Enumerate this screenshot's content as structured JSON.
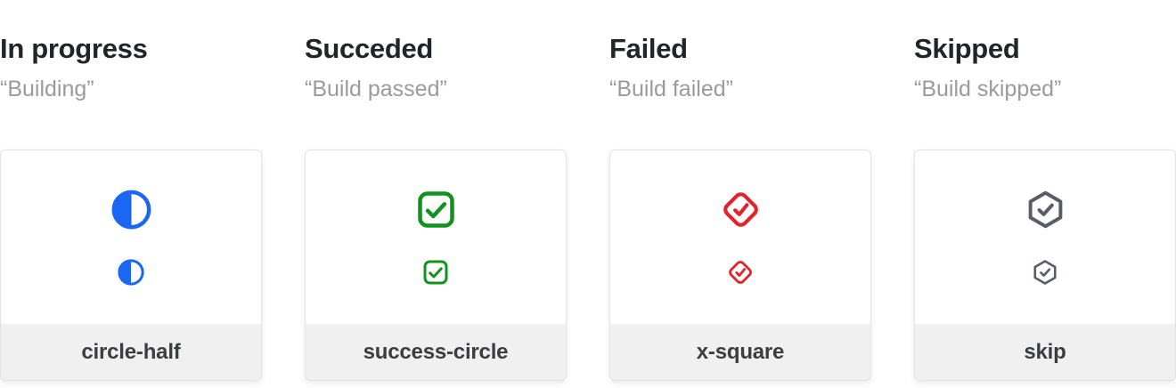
{
  "colors": {
    "title_text": "#212429",
    "subtitle_text": "#9b9b9b",
    "label_text": "#3a3d41",
    "card_border": "#e2e2e2",
    "card_footer_bg": "#f0f0f0",
    "in_progress_blue": "#1b66f2",
    "succeeded_green": "#0f931d",
    "failed_red": "#e2232a",
    "skipped_slate": "#575e6a"
  },
  "columns": [
    {
      "title": "In progress",
      "subtitle": "“Building”",
      "icon": "circle-half-icon",
      "icon_color": "#1b66f2",
      "label": "circle-half"
    },
    {
      "title": "Succeded",
      "subtitle": "“Build passed”",
      "icon": "check-square-icon",
      "icon_color": "#0f931d",
      "label": "success-circle"
    },
    {
      "title": "Failed",
      "subtitle": "“Build failed”",
      "icon": "diamond-check-icon",
      "icon_color": "#e2232a",
      "label": "x-square"
    },
    {
      "title": "Skipped",
      "subtitle": "“Build skipped”",
      "icon": "hexagon-check-icon",
      "icon_color": "#575e6a",
      "label": "skip"
    }
  ]
}
